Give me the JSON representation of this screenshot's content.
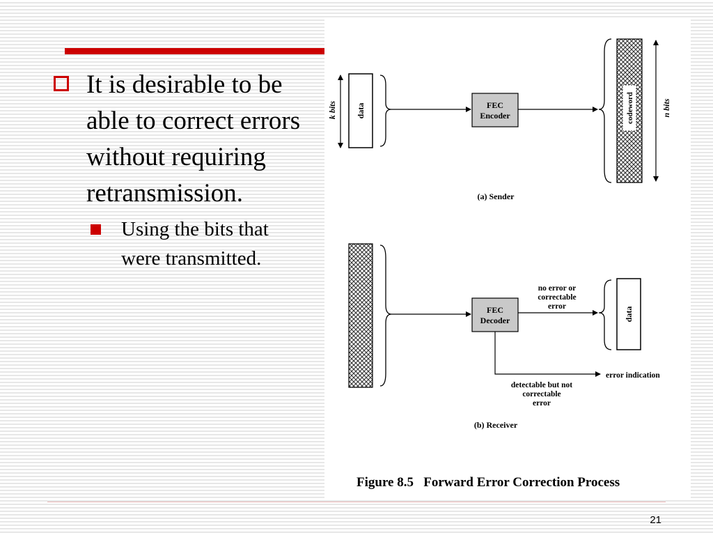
{
  "slide": {
    "bullet_main": "It is desirable to be able to correct errors without requiring retransmission.",
    "bullet_sub": "Using the bits that were transmitted.",
    "page_number": "21"
  },
  "figure": {
    "sender": {
      "k_bits": "k bits",
      "data": "data",
      "encoder_line1": "FEC",
      "encoder_line2": "Encoder",
      "codeword": "codeword",
      "n_bits": "n bits",
      "caption": "(a) Sender"
    },
    "receiver": {
      "decoder_line1": "FEC",
      "decoder_line2": "Decoder",
      "no_error_line1": "no error or",
      "no_error_line2": "correctable",
      "no_error_line3": "error",
      "data": "data",
      "error_indication": "error indication",
      "detectable_line1": "detectable but not",
      "detectable_line2": "correctable",
      "detectable_line3": "error",
      "caption": "(b) Receiver"
    },
    "title": "Figure 8.5   Forward Error Correction Process"
  },
  "colors": {
    "accent": "#cc0000",
    "background_stripe": "#e7e7e7"
  }
}
